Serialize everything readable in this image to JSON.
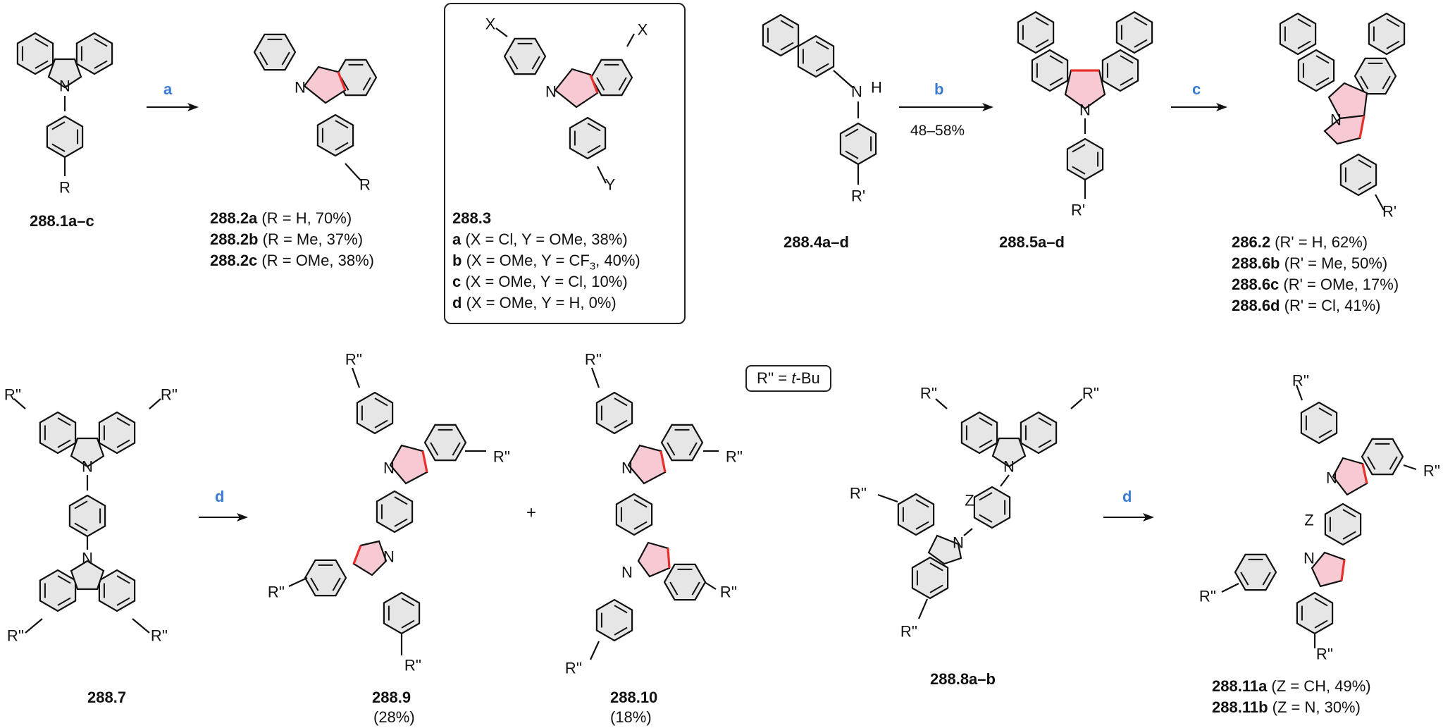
{
  "reagents": {
    "a": "a",
    "b": "b",
    "c": "c",
    "d1": "d",
    "d2": "d",
    "b_yield": "48–58%"
  },
  "compounds": {
    "c2881": "288.1a–c",
    "c2882a_id": "288.2a",
    "c2882a_txt": " (R = H, 70%)",
    "c2882b_id": "288.2b",
    "c2882b_txt": " (R = Me, 37%)",
    "c2882c_id": "288.2c",
    "c2882c_txt": " (R = OMe, 38%)",
    "c2883": "288.3",
    "c2883a_id": "a",
    "c2883a_txt": " (X = Cl, Y = OMe, 38%)",
    "c2883b_id": "b",
    "c2883b_txt": " (X = OMe, Y = CF",
    "c2883b_sub": "3",
    "c2883b_end": ", 40%)",
    "c2883c_id": "c",
    "c2883c_txt": " (X = OMe, Y = Cl, 10%)",
    "c2883d_id": "d",
    "c2883d_txt": " (X = OMe, Y = H, 0%)",
    "c2884": "288.4a–d",
    "c2885": "288.5a–d",
    "c2862_id": "286.2",
    "c2862_txt": " (R' = H, 62%)",
    "c2886b_id": "288.6b",
    "c2886b_txt": " (R' = Me, 50%)",
    "c2886c_id": "288.6c",
    "c2886c_txt": " (R' = OMe, 17%)",
    "c2886d_id": "288.6d",
    "c2886d_txt": " (R' = Cl, 41%)",
    "c2887": "288.7",
    "c2889": "288.9",
    "c2889_y": "(28%)",
    "c28810": "288.10",
    "c28810_y": "(18%)",
    "plus": "+",
    "rdef_a": "R'' = ",
    "rdef_b": "t",
    "rdef_c": "-Bu",
    "c2888": "288.8a–b",
    "c28811a_id": "288.11a",
    "c28811a_txt": " (Z = CH, 49%)",
    "c28811b_id": "288.11b",
    "c28811b_txt": " (Z = N, 30%)"
  },
  "atoms": {
    "N": "N",
    "H": "H",
    "R": "R",
    "Rp": "R'",
    "Rpp": "R''",
    "X": "X",
    "Y": "Y",
    "Z": "Z"
  },
  "colors": {
    "new_bond": "#e8302a",
    "new_ring": "#f7c9d2",
    "ring": "#e6e6e6",
    "accent": "#3a7bd5"
  }
}
